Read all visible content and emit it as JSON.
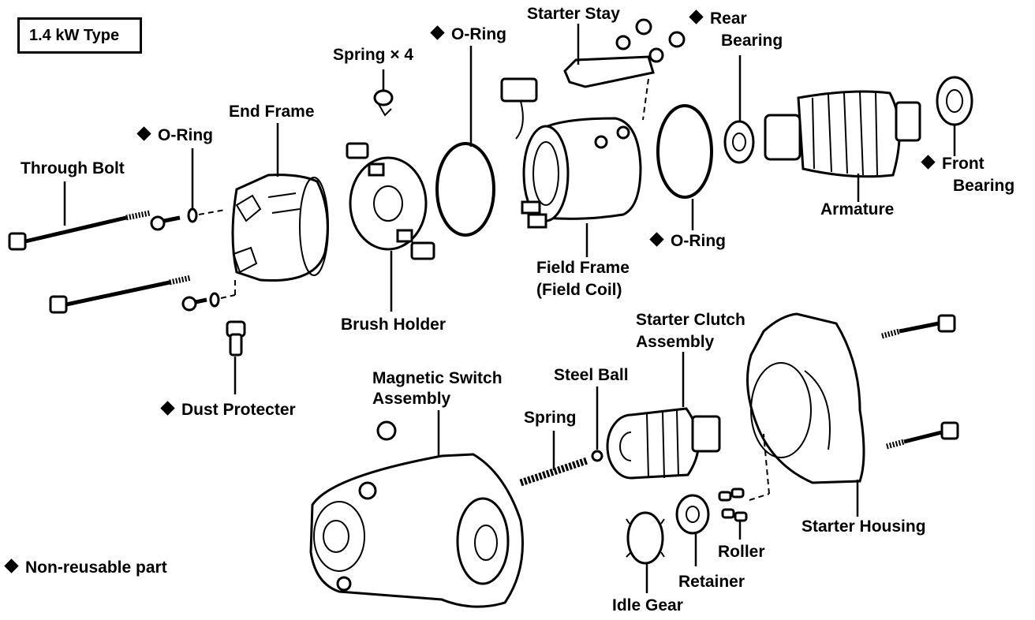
{
  "diagram": {
    "title": "1.4 kW Type",
    "legend": {
      "symbol": "diamond-icon",
      "text": "Non-reusable part"
    },
    "labels": {
      "starter_stay": "Starter Stay",
      "rear_bearing_1": "Rear",
      "rear_bearing_2": "Bearing",
      "spring_x4": "Spring × 4",
      "o_ring_top": "O-Ring",
      "end_frame": "End Frame",
      "o_ring_left": "O-Ring",
      "through_bolt": "Through Bolt",
      "front_bearing_1": "Front",
      "front_bearing_2": "Bearing",
      "armature": "Armature",
      "o_ring_right": "O-Ring",
      "field_frame_1": "Field Frame",
      "field_frame_2": "(Field  Coil)",
      "brush_holder": "Brush Holder",
      "starter_clutch_1": "Starter Clutch",
      "starter_clutch_2": "Assembly",
      "magnetic_switch_1": "Magnetic Switch",
      "magnetic_switch_2": "Assembly",
      "steel_ball": "Steel Ball",
      "spring": "Spring",
      "dust_protecter": "Dust Protecter",
      "starter_housing": "Starter Housing",
      "roller": "Roller",
      "retainer": "Retainer",
      "idle_gear": "Idle Gear"
    },
    "non_reusable": [
      "o_ring_top",
      "o_ring_left",
      "o_ring_right",
      "rear_bearing",
      "front_bearing",
      "dust_protecter"
    ]
  }
}
